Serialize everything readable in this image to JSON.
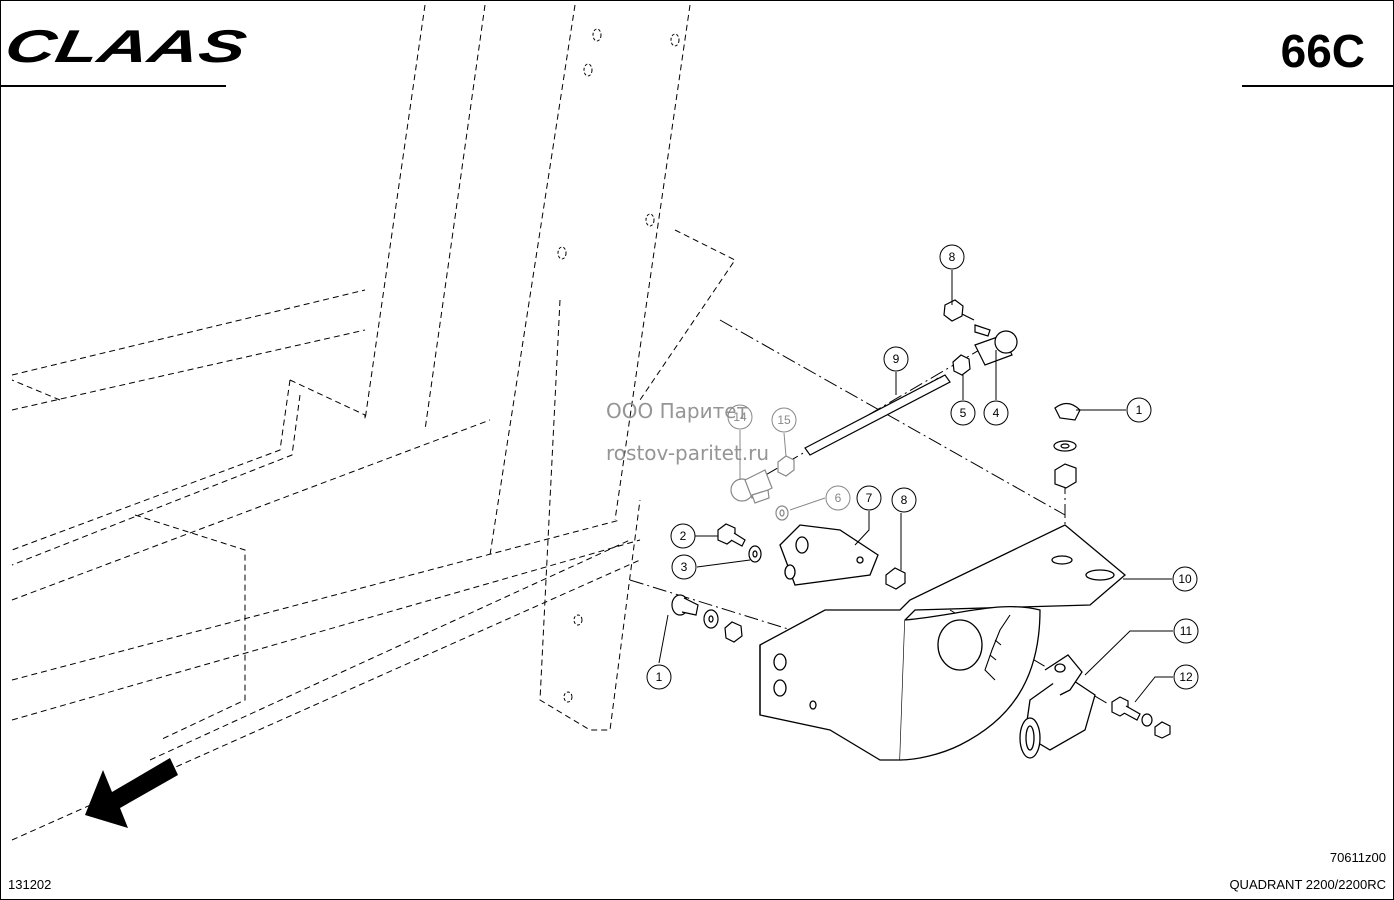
{
  "header": {
    "brand": "CLAAS",
    "page_code": "66C"
  },
  "footer": {
    "date_code": "131202",
    "drawing_number": "70611z00",
    "model": "QUADRANT 2200/2200RC"
  },
  "watermark": {
    "line1": "ООО Паритет",
    "line2": "rostov-paritet.ru"
  },
  "callouts": [
    "8",
    "9",
    "5",
    "4",
    "1",
    "14",
    "15",
    "6",
    "7",
    "8",
    "2",
    "3",
    "10",
    "11",
    "12",
    "1"
  ]
}
